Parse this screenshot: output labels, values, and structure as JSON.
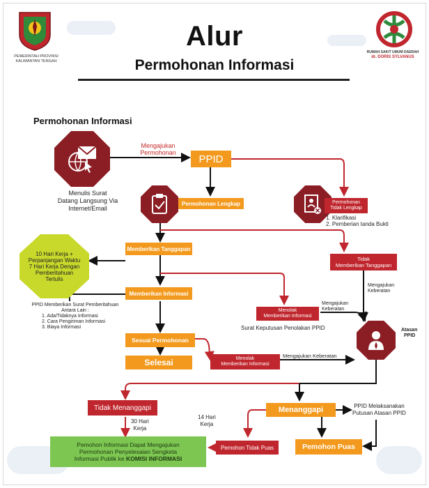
{
  "header": {
    "title": "Alur",
    "subtitle": "Permohonan Informasi",
    "left_logo_text": "PEMERINTAH PROVINSI\nKALIMANTAN TENGAH",
    "right_logo_text": "RUMAH SAKIT UMUM DAERAH",
    "right_logo_text2": "dr. DORIS SYLVANUS"
  },
  "flow": {
    "section_title": "Permohonan Informasi",
    "start_caption_1": "Menulis Surat",
    "start_caption_2": "Datang Langsung Via Internet/Email",
    "submit_label_1": "Mengajukan",
    "submit_label_2": "Permohonan",
    "ppid": "PPID",
    "lengkap": "Permohonan Lengkap",
    "tidak_lengkap_1": "Permohonan",
    "tidak_lengkap_2": "Tidak Lengkap",
    "klarifikasi_1": "1. Klarifikasi",
    "klarifikasi_2": "2. Pemberian tanda Bukti",
    "memberikan_tanggapan": "Memberikan Tanggapan",
    "deadline_1": "10 Hari Kerja +",
    "deadline_2": "Perpanjangan Waktu",
    "deadline_3": "7 Hari Kerja Dengan",
    "deadline_4": "Pemberitahuan",
    "deadline_5": "Tertulis",
    "tidak_tanggapan_1": "Tidak",
    "tidak_tanggapan_2": "Memberikan Tanggapan",
    "keberatan_1a": "Mengajukan",
    "keberatan_1b": "Keberatan",
    "memberikan_informasi": "Memberikan Informasi",
    "pemberitahuan_1": "PPID Memberikan Surat Pemberitahuan",
    "pemberitahuan_2": "Antara Lain :",
    "pemberitahuan_3": "1. Ada/Tidaknya Informasi",
    "pemberitahuan_4": "2. Cara Pengiriman Informasi",
    "pemberitahuan_5": "3. Biaya Informasi",
    "menolak_1a": "Menolak",
    "menolak_1b": "Memberikan Informasi",
    "keberatan_2a": "Mengajukan",
    "keberatan_2b": "Keberatan",
    "penolakan_caption": "Surat Keputusan Penolakan PPID",
    "atasan_1": "Atasan",
    "atasan_2": "PPID",
    "sesuai": "Sesuai Permohonan",
    "selesai": "Selesai",
    "menolak_2a": "Menolak",
    "menolak_2b": "Memberikan Informasi",
    "keberatan_3": "Mengajukan Keberatan",
    "tidak_menanggapi": "Tidak Menanggapi",
    "menanggapi": "Menanggapi",
    "ppid_laksana_1": "PPID Melaksanakan",
    "ppid_laksana_2": "Putusan Atasan PPID",
    "hari30_1": "30 Hari",
    "hari30_2": "Kerja",
    "hari14_1": "14 Hari",
    "hari14_2": "Kerja",
    "komisi_1": "Pemohon Informasi Dapat Mengajukan",
    "komisi_2": "Permohonan Penyelesaian Sengketa",
    "komisi_3a": "Informasi Publik ke ",
    "komisi_3b": "KOMISI INFORMASI",
    "tidak_puas": "Pemohon Tidak Puas",
    "puas": "Pemohon Puas"
  },
  "colors": {
    "orange": "#f39a1e",
    "red": "#c0262d",
    "dark_red": "#8b1d24",
    "green": "#7dc652",
    "yellow": "#c8d92b"
  }
}
